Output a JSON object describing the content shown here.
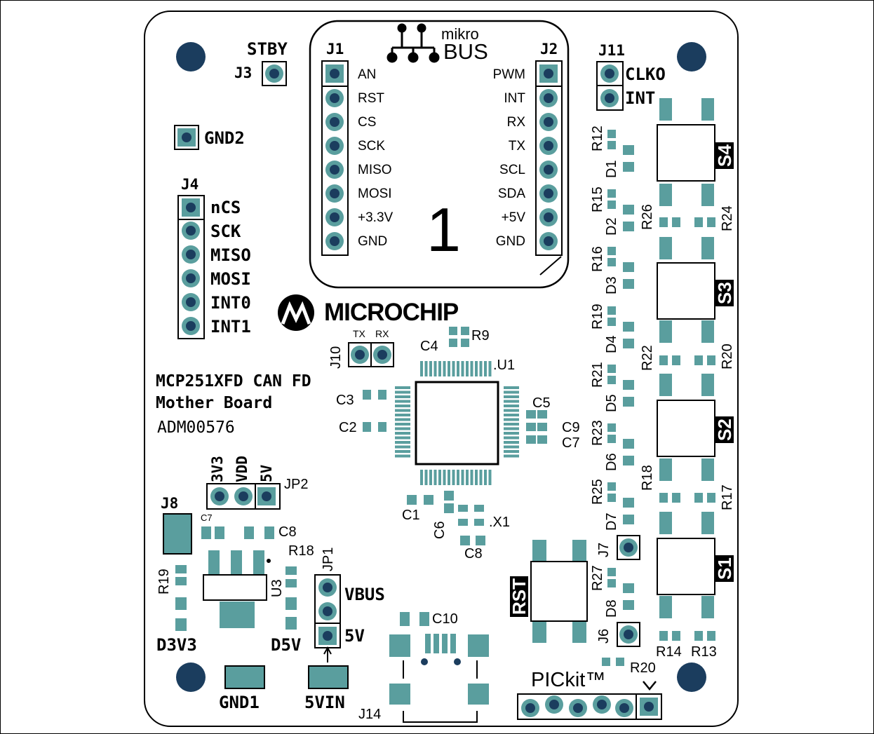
{
  "board": {
    "title_line1": "MCP251XFD CAN FD",
    "title_line2": "Mother Board",
    "part_number": "ADM00576",
    "brand": "MICROCHIP",
    "mikrobus": {
      "top": "mikro",
      "bottom": "BUS",
      "slot": "1"
    },
    "pickit": "PICkit™",
    "colors": {
      "pad": "#5a9e9e",
      "hole": "#1b3d5e",
      "silk": "#000000"
    }
  },
  "headers": {
    "j1": {
      "label": "J1",
      "pins": [
        "AN",
        "RST",
        "CS",
        "SCK",
        "MISO",
        "MOSI",
        "+3.3V",
        "GND"
      ]
    },
    "j2": {
      "label": "J2",
      "pins": [
        "PWM",
        "INT",
        "RX",
        "TX",
        "SCL",
        "SDA",
        "+5V",
        "GND"
      ]
    },
    "j4": {
      "label": "J4",
      "pins": [
        "nCS",
        "SCK",
        "MISO",
        "MOSI",
        "INT0",
        "INT1"
      ]
    },
    "j11": {
      "label": "J11",
      "pins": [
        "CLKO",
        "INT"
      ]
    },
    "j3": {
      "label": "J3",
      "name": "STBY"
    },
    "gnd2": "GND2",
    "j10": {
      "label": "J10",
      "tx": "TX",
      "rx": "RX"
    },
    "jp2": {
      "label": "JP2",
      "pins": [
        "3V3",
        "VDD",
        "5V"
      ]
    },
    "jp1": {
      "label": "JP1",
      "pins": [
        "VBUS",
        "5V"
      ]
    },
    "j8": "J8",
    "j7": "J7",
    "j6": "J6",
    "j14": "J14",
    "gnd1": "GND1",
    "vin": "5VIN"
  },
  "switches": {
    "s1": "S1",
    "s2": "S2",
    "s3": "S3",
    "s4": "S4",
    "rst": "RST"
  },
  "parts": {
    "u1": ".U1",
    "u3": "U3",
    "x1": ".X1",
    "c1": "C1",
    "c2": "C2",
    "c3": "C3",
    "c4": "C4",
    "c5": "C5",
    "c6": "C6",
    "c7": "C7",
    "c7b": "C7",
    "c8": "C8",
    "c8b": "C8",
    "c9": "C9",
    "c10": "C10",
    "r9": "R9",
    "r12": "R12",
    "r13": "R13",
    "r14": "R14",
    "r15": "R15",
    "r16": "R16",
    "r17": "R17",
    "r18": "R18",
    "r18b": "R18",
    "r19": "R19",
    "r19b": "R19",
    "r20": "R20",
    "r20b": "R20",
    "r21": "R21",
    "r22": "R22",
    "r23": "R23",
    "r24": "R24",
    "r25": "R25",
    "r26": "R26",
    "r27": "R27",
    "d1": "D1",
    "d2": "D2",
    "d3": "D3",
    "d4": "D4",
    "d5": "D5",
    "d6": "D6",
    "d7": "D7",
    "d8": "D8",
    "d3v3": "D3V3",
    "d5v": "D5V"
  }
}
